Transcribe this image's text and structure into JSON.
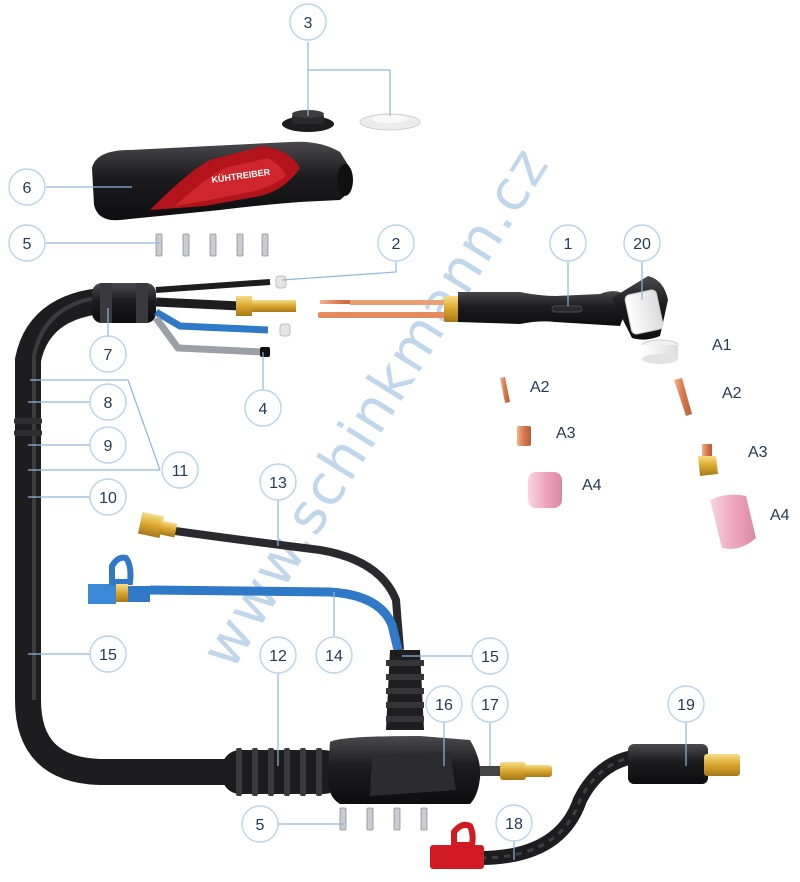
{
  "watermark": "www.schinkmann.cz",
  "brand_label": "KÜHTREIBER",
  "labels": {
    "p1": "1",
    "p2": "2",
    "p3": "3",
    "p4": "4",
    "p5a": "5",
    "p5b": "5",
    "p6": "6",
    "p7": "7",
    "p8": "8",
    "p9": "9",
    "p10": "10",
    "p11": "11",
    "p12": "12",
    "p13": "13",
    "p14": "14",
    "p15a": "15",
    "p15b": "15",
    "p16": "16",
    "p17": "17",
    "p18": "18",
    "p19": "19",
    "p20": "20",
    "a1": "A1",
    "a2l": "A2",
    "a2r": "A2",
    "a3l": "A3",
    "a3r": "A3",
    "a4l": "A4",
    "a4r": "A4"
  },
  "colors": {
    "cable": "#1d1d1f",
    "handle_red": "#b3141c",
    "brass": "#e2b43a",
    "blue_hose": "#2f79c6",
    "red_connector": "#d21a22",
    "ceramic_pink": "#f2bfd0",
    "copper": "#d9825a"
  }
}
